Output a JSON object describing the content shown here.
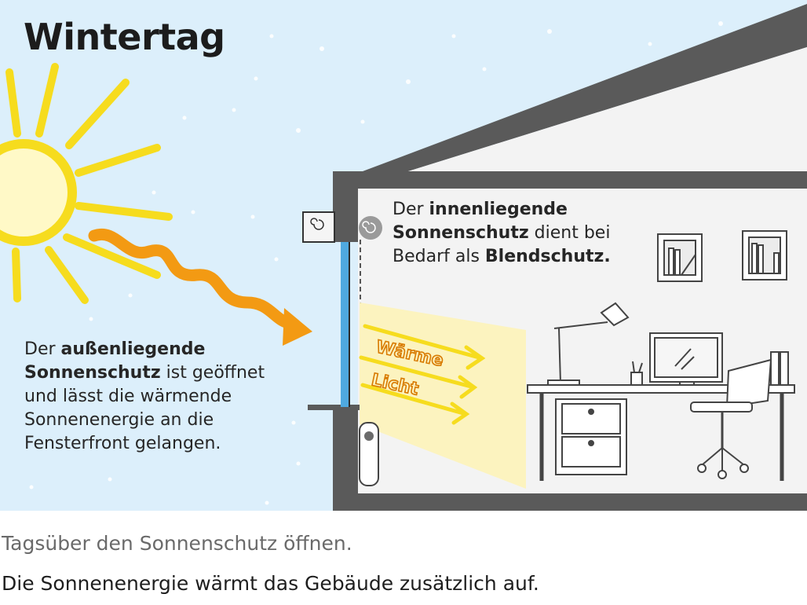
{
  "title": "Wintertag",
  "callouts": {
    "inner": {
      "p1": "Der ",
      "b1": "innenliegende Sonnenschutz",
      "p2": " dient bei Bedarf als ",
      "b2": "Blendschutz."
    },
    "outer": {
      "p1": "Der ",
      "b1": "außenliegende Sonnenschutz",
      "p2": " ist geöffnet und lässt die wärmende Sonnenenergie an die Fensterfront gelangen."
    }
  },
  "flow_labels": {
    "warmth": "Wärme",
    "light": "Licht"
  },
  "captions": {
    "line1": "Tagsüber den Sonnenschutz öffnen.",
    "line2": "Die Sonnenenergie wärmt das Gebäude zusätzlich auf."
  },
  "colors": {
    "sky": "#dceffb",
    "sun": "#f6dc1e",
    "heat_arrow": "#f39a13",
    "light_beam": "#fcf3bf",
    "wall": "#5a5a5a",
    "room": "#f2f2f2",
    "glass": "#4fa9e0"
  },
  "icons": [
    "sun-icon",
    "heat-wave-arrow-icon",
    "desk-lamp-icon",
    "monitor-icon",
    "laptop-icon",
    "office-chair-icon",
    "drawer-cabinet-icon",
    "radiator-icon",
    "shelf-picture-icon",
    "awning-roll-icon"
  ]
}
